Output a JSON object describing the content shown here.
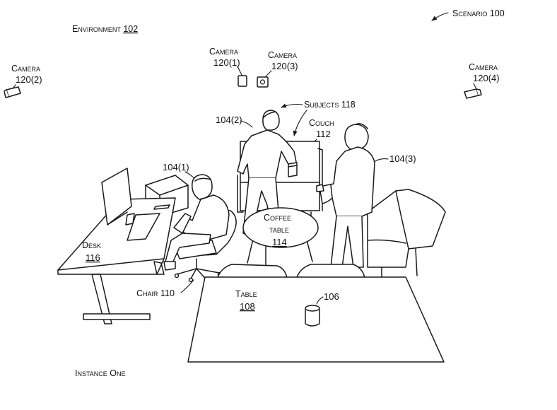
{
  "labels": {
    "scenario": "Scenario 100",
    "environment_word": "Environment",
    "environment_ref": "102",
    "camera_120_2": [
      "Camera",
      "120(2)"
    ],
    "camera_120_1": [
      "Camera",
      "120(1)"
    ],
    "camera_120_3": [
      "Camera",
      "120(3)"
    ],
    "camera_120_4": [
      "Camera",
      "120(4)"
    ],
    "subjects": "Subjects 118",
    "person_104_2": "104(2)",
    "couch": [
      "Couch",
      "112"
    ],
    "person_104_3": "104(3)",
    "person_104_1": "104(1)",
    "coffee_table": [
      "Coffee",
      "table",
      "114"
    ],
    "desk": [
      "Desk",
      "116"
    ],
    "chair": "Chair 110",
    "table": [
      "Table",
      "108"
    ],
    "device": "106",
    "instance": "Instance One"
  }
}
